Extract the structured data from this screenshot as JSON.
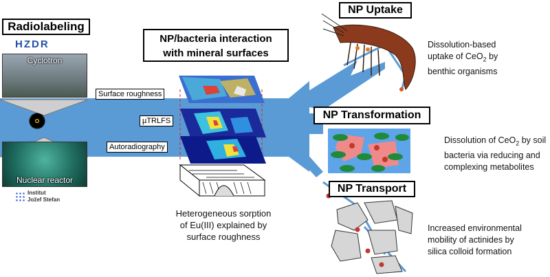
{
  "radiolabeling": {
    "title": "Radiolabeling",
    "hzdr_logo": "HZDR",
    "cyclotron": "Cyclotron",
    "reactor": "Nuclear reactor",
    "institute_line1": "Institut",
    "institute_line2": "Jožef Stefan",
    "radiation_icon": "radiation-hazard-icon"
  },
  "interaction": {
    "title_line1": "NP/bacteria interaction",
    "title_line2": "with mineral surfaces",
    "layers": [
      "Surface roughness",
      "µTRLFS",
      "Autoradiography"
    ],
    "caption_line1": "Heterogeneous sorption",
    "caption_line2": "of Eu(III) explained by",
    "caption_line3": "surface roughness"
  },
  "uptake": {
    "title": "NP Uptake",
    "desc_line1": "Dissolution-based",
    "desc_line2a": "uptake of CeO",
    "desc_line2sub": "2",
    "desc_line2b": " by",
    "desc_line3": "benthic organisms"
  },
  "transformation": {
    "title": "NP Transformation",
    "desc_line1a": "Dissolution of CeO",
    "desc_line1sub": "2",
    "desc_line1b": " by soil",
    "desc_line2": "bacteria via reducing and",
    "desc_line3": "complexing metabolites"
  },
  "transport": {
    "title": "NP Transport",
    "desc_line1": "Increased environmental",
    "desc_line2": "mobility of actinides by",
    "desc_line3": "silica colloid formation"
  },
  "colors": {
    "flow": "#5b9bd5",
    "box_border": "#000000",
    "bacteria_green": "#1f8a3a",
    "cell_pink": "#f08a8a",
    "particle": "#c0392b"
  }
}
